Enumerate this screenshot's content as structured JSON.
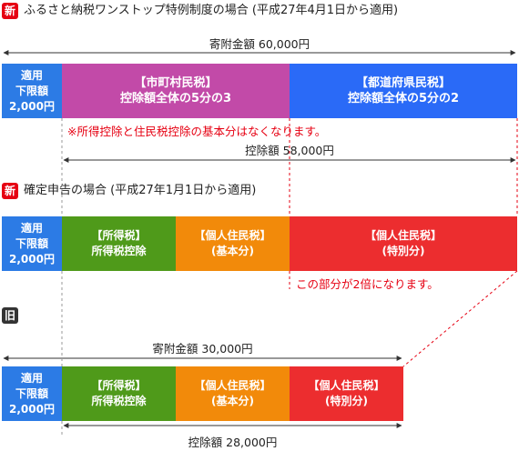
{
  "section_new_furusato": {
    "badge": "新",
    "title": "ふるさと納税ワンストップ特例制度の場合 (平成27年4月1日から適用)",
    "donation_label": "寄附金額 60,000円",
    "lower_limit": [
      "適用",
      "下限額",
      "2,000円"
    ],
    "municipal": [
      "【市町村民税】",
      "控除額全体の5分の3"
    ],
    "prefectural": [
      "【都道府県民税】",
      "控除額全体の5分の2"
    ],
    "note": "※所得控除と住民税控除の基本分はなくなります。",
    "deduction_label": "控除額 58,000円"
  },
  "section_new_tax_return": {
    "badge": "新",
    "title": "確定申告の場合 (平成27年1月1日から適用)",
    "lower_limit": [
      "適用",
      "下限額",
      "2,000円"
    ],
    "income_tax": [
      "【所得税】",
      "所得税控除"
    ],
    "resident_basic": [
      "【個人住民税】",
      "(基本分)"
    ],
    "resident_special": [
      "【個人住民税】",
      "(特別分)"
    ],
    "note": "この部分が2倍になります。"
  },
  "section_old": {
    "badge": "旧",
    "donation_label": "寄附金額 30,000円",
    "lower_limit": [
      "適用",
      "下限額",
      "2,000円"
    ],
    "income_tax": [
      "【所得税】",
      "所得税控除"
    ],
    "resident_basic": [
      "【個人住民税】",
      "(基本分)"
    ],
    "resident_special": [
      "【個人住民税】",
      "(特別分)"
    ],
    "deduction_label": "控除額 28,000円"
  },
  "colors": {
    "badge_new": "#e60012",
    "badge_old": "#333333",
    "lower_limit": "#2c7be5",
    "municipal": "#c24aa8",
    "prefectural": "#2a6af7",
    "income_tax": "#4f9a1a",
    "resident_basic": "#f28a0a",
    "resident_special": "#ec2d2f",
    "note": "#e60012"
  }
}
